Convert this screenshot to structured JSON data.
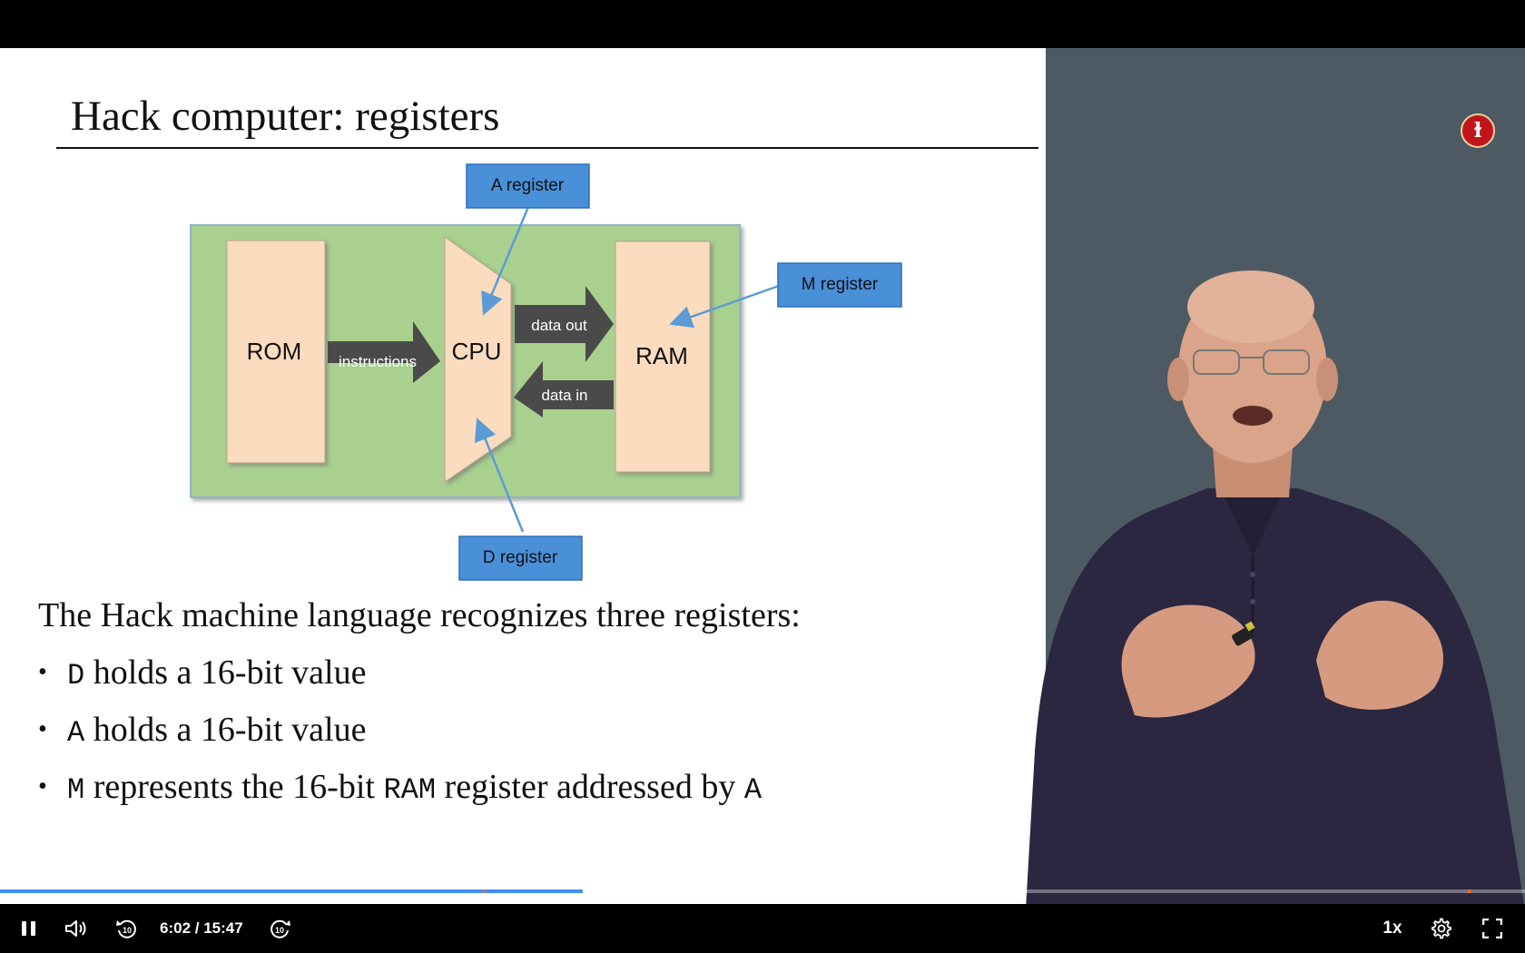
{
  "slide": {
    "title": "Hack computer: registers",
    "diagram": {
      "rom_label": "ROM",
      "cpu_label": "CPU",
      "ram_label": "RAM",
      "instructions_arrow": "instructions",
      "data_out_arrow": "data out",
      "data_in_arrow": "data in",
      "a_register_callout": "A register",
      "m_register_callout": "M register",
      "d_register_callout": "D register"
    },
    "intro": "The Hack machine language recognizes three registers:",
    "bullets": [
      {
        "code": "D",
        "text": " holds a 16-bit value"
      },
      {
        "code": "A",
        "text": " holds a 16-bit value"
      },
      {
        "code": "M",
        "text": " represents the 16-bit ",
        "code2": "RAM",
        "text2": " register addressed by ",
        "code3": "A"
      }
    ]
  },
  "player": {
    "current_time": "6:02",
    "duration": "15:47",
    "time_display": "6:02 / 15:47",
    "played_fraction": 0.382,
    "buffered_fraction": 0.383,
    "speed_label": "1x",
    "seek_back_seconds": "10",
    "seek_forward_seconds": "10",
    "accent_color": "#3f8ff5"
  },
  "icons": {
    "pause": "pause-icon",
    "volume": "volume-icon",
    "rewind": "rewind-10-icon",
    "forward": "forward-10-icon",
    "settings": "gear-icon",
    "fullscreen": "fullscreen-icon",
    "logo": "channel-logo-icon"
  }
}
